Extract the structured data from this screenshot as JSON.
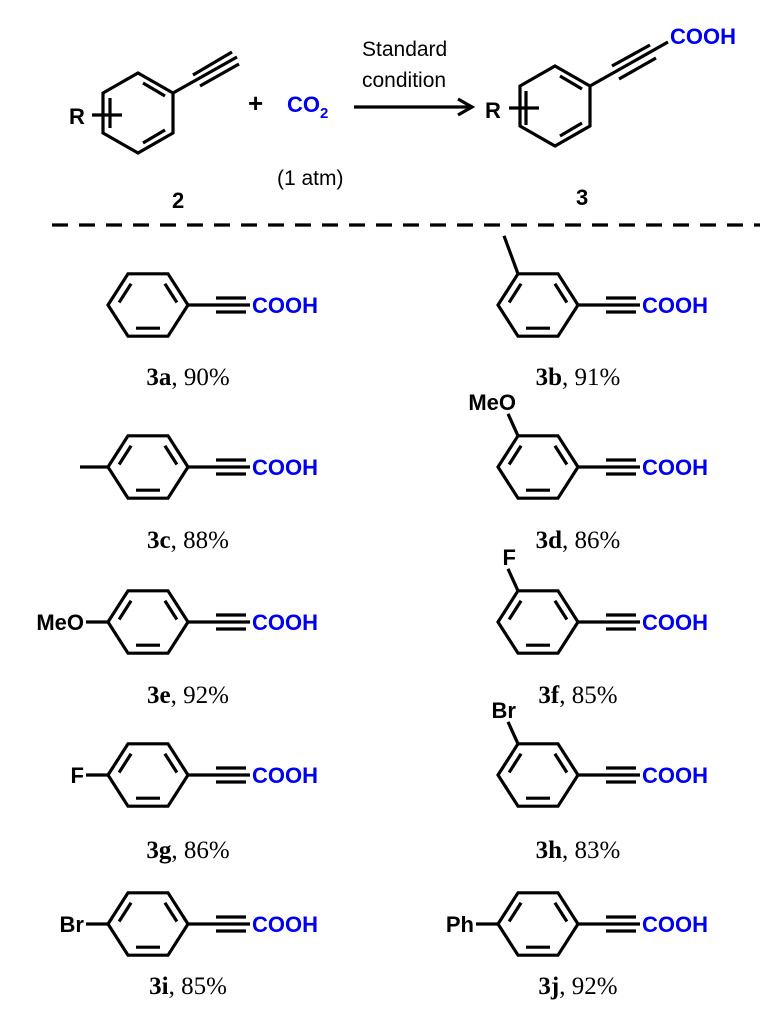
{
  "scheme": {
    "reactant_label": "2",
    "reactant_substituent": "R",
    "plus_sign": "+",
    "reagent": {
      "formula_main": "CO",
      "formula_sub": "2",
      "pressure": "(1 atm)"
    },
    "arrow_text_line1": "Standard",
    "arrow_text_line2": "condition",
    "product_label": "3",
    "product_substituent": "R",
    "product_group": "COOH"
  },
  "colors": {
    "acid_group": "#0000ee",
    "bonds": "#000000"
  },
  "products": [
    {
      "id": "3a",
      "label": "3a",
      "yield": ", 90%",
      "substituent": "",
      "position": "none"
    },
    {
      "id": "3b",
      "label": "3b",
      "yield": ", 91%",
      "substituent": "",
      "position": "meta-methyl"
    },
    {
      "id": "3c",
      "label": "3c",
      "yield": ", 88%",
      "substituent": "",
      "position": "para-methyl"
    },
    {
      "id": "3d",
      "label": "3d",
      "yield": ", 86%",
      "substituent": "MeO",
      "position": "meta"
    },
    {
      "id": "3e",
      "label": "3e",
      "yield": ", 92%",
      "substituent": "MeO",
      "position": "para"
    },
    {
      "id": "3f",
      "label": "3f",
      "yield": ", 85%",
      "substituent": "F",
      "position": "meta"
    },
    {
      "id": "3g",
      "label": "3g",
      "yield": ", 86%",
      "substituent": "F",
      "position": "para"
    },
    {
      "id": "3h",
      "label": "3h",
      "yield": ", 83%",
      "substituent": "Br",
      "position": "meta"
    },
    {
      "id": "3i",
      "label": "3i",
      "yield": ", 85%",
      "substituent": "Br",
      "position": "para"
    },
    {
      "id": "3j",
      "label": "3j",
      "yield": ", 92%",
      "substituent": "Ph",
      "position": "para"
    }
  ],
  "acid_group_text": "COOH"
}
